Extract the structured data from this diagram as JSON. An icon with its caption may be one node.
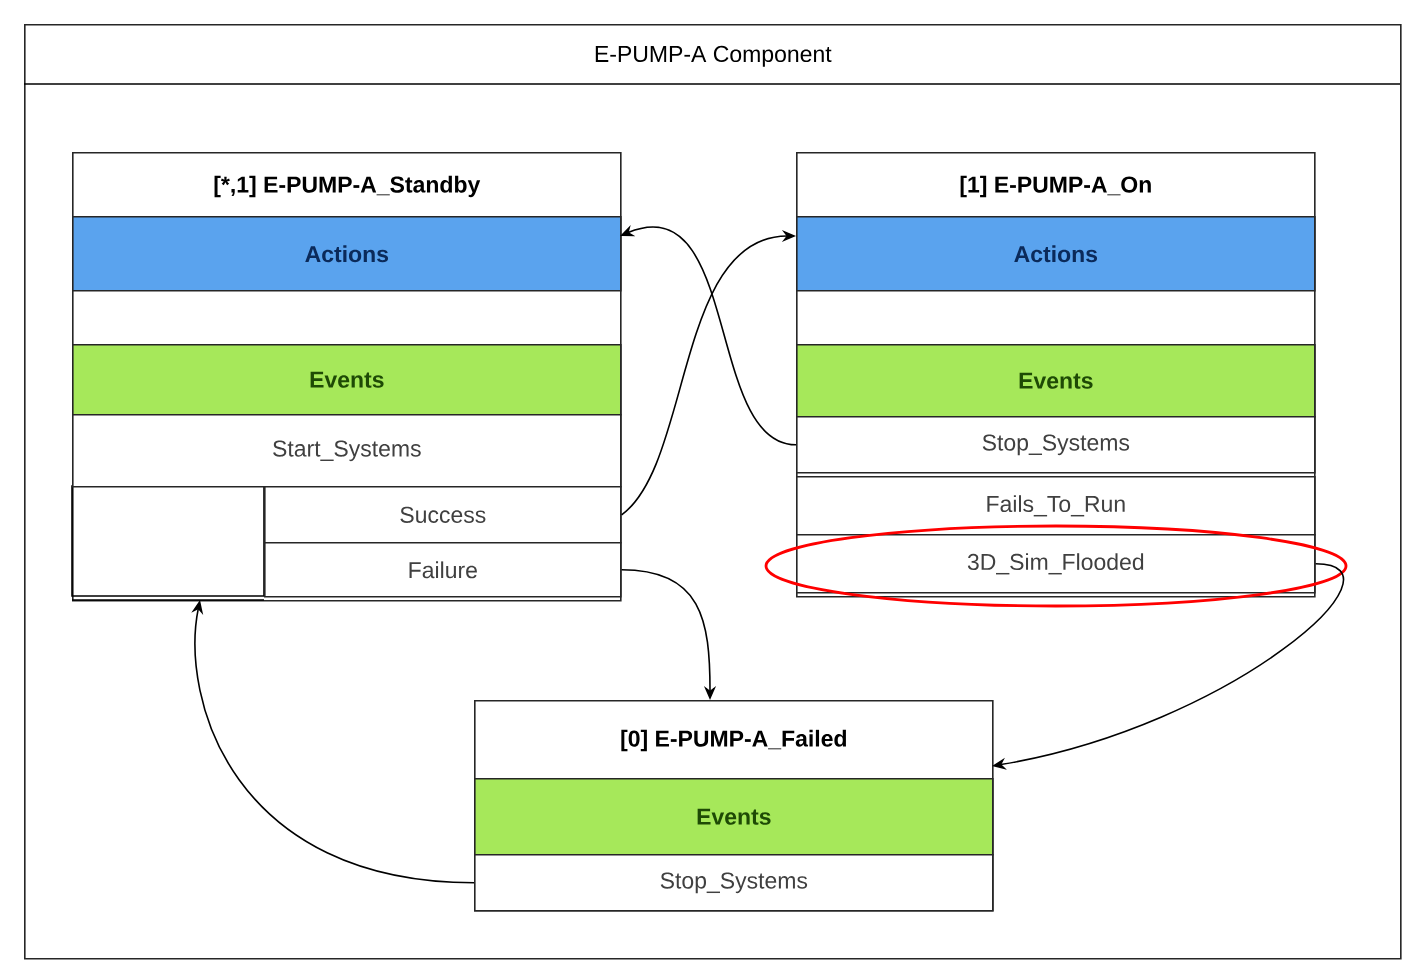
{
  "diagram": {
    "nodes": [
      {
        "text": [
          "E-PUMP-A Component"
        ]
      },
      {
        "text": [
          "[*,1] E-PUMP-A_Standby"
        ],
        "in": 0
      },
      {
        "text": [
          "Actions"
        ],
        "in": 1
      },
      {
        "text": [
          "Events"
        ],
        "in": 1
      },
      {
        "text": [
          "Start_Systems"
        ],
        "in": 1
      },
      {
        "text": [
          "Success"
        ],
        "in": 1
      },
      {
        "text": [
          "Failure"
        ],
        "in": 1
      },
      {
        "text": [
          "[1] E-PUMP-A_On"
        ],
        "in": 0
      },
      {
        "text": [
          "Actions"
        ],
        "in": 7
      },
      {
        "text": [
          "Events"
        ],
        "in": 7
      },
      {
        "text": [
          "Stop_Systems"
        ],
        "in": 7
      },
      {
        "text": [
          "Fails_To_Run"
        ],
        "in": 7
      },
      {
        "text": [
          "3D_Sim_Flooded"
        ],
        "in": 7
      },
      {
        "text": [
          "[0] E-PUMP-A_Failed"
        ],
        "in": 0
      },
      {
        "text": [
          "Events"
        ],
        "in": 13
      },
      {
        "text": [
          "Stop_Systems"
        ],
        "in": 13
      }
    ],
    "edges": [
      {
        "from": 5,
        "to": 7,
        "arrow": "to"
      },
      {
        "from": 10,
        "to": 1,
        "arrow": "to"
      },
      {
        "from": 6,
        "to": 13,
        "arrow": "to"
      },
      {
        "from": 12,
        "to": 13,
        "arrow": "to"
      },
      {
        "from": 15,
        "to": 1,
        "arrow": "to"
      }
    ]
  }
}
